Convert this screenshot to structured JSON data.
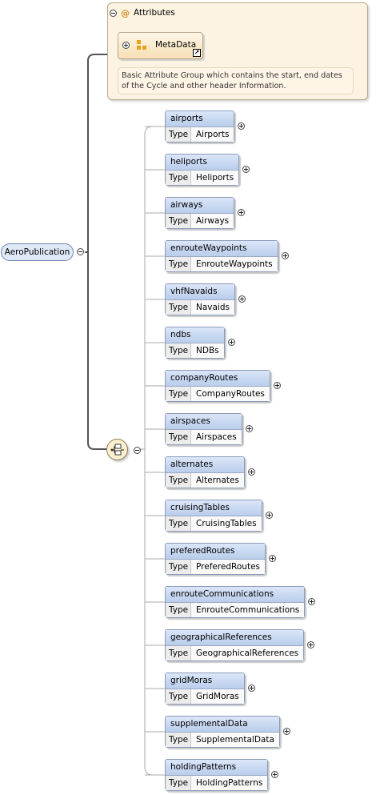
{
  "attributes": {
    "label": "Attributes",
    "at_symbol": "@",
    "group_name": "MetaData",
    "description": "Basic Attribute Group which contains the start, end dates of the Cycle and other header Information."
  },
  "root": {
    "name": "AeroPublication"
  },
  "type_label": "Type",
  "elements": [
    {
      "name": "airports",
      "type": "Airports"
    },
    {
      "name": "heliports",
      "type": "Heliports"
    },
    {
      "name": "airways",
      "type": "Airways"
    },
    {
      "name": "enrouteWaypoints",
      "type": "EnrouteWaypoints"
    },
    {
      "name": "vhfNavaids",
      "type": "Navaids"
    },
    {
      "name": "ndbs",
      "type": "NDBs"
    },
    {
      "name": "companyRoutes",
      "type": "CompanyRoutes"
    },
    {
      "name": "airspaces",
      "type": "Airspaces"
    },
    {
      "name": "alternates",
      "type": "Alternates"
    },
    {
      "name": "cruisingTables",
      "type": "CruisingTables"
    },
    {
      "name": "preferedRoutes",
      "type": "PreferedRoutes"
    },
    {
      "name": "enrouteCommunications",
      "type": "EnrouteCommunications"
    },
    {
      "name": "geographicalReferences",
      "type": "GeographicalReferences"
    },
    {
      "name": "gridMoras",
      "type": "GridMoras"
    },
    {
      "name": "supplementalData",
      "type": "SupplementalData"
    },
    {
      "name": "holdingPatterns",
      "type": "HoldingPatterns"
    }
  ],
  "colors": {
    "element_header": "#c6d6ef",
    "attribute_bg": "#fdf3e2",
    "at_symbol": "#d68a12",
    "connector": "#555555"
  }
}
